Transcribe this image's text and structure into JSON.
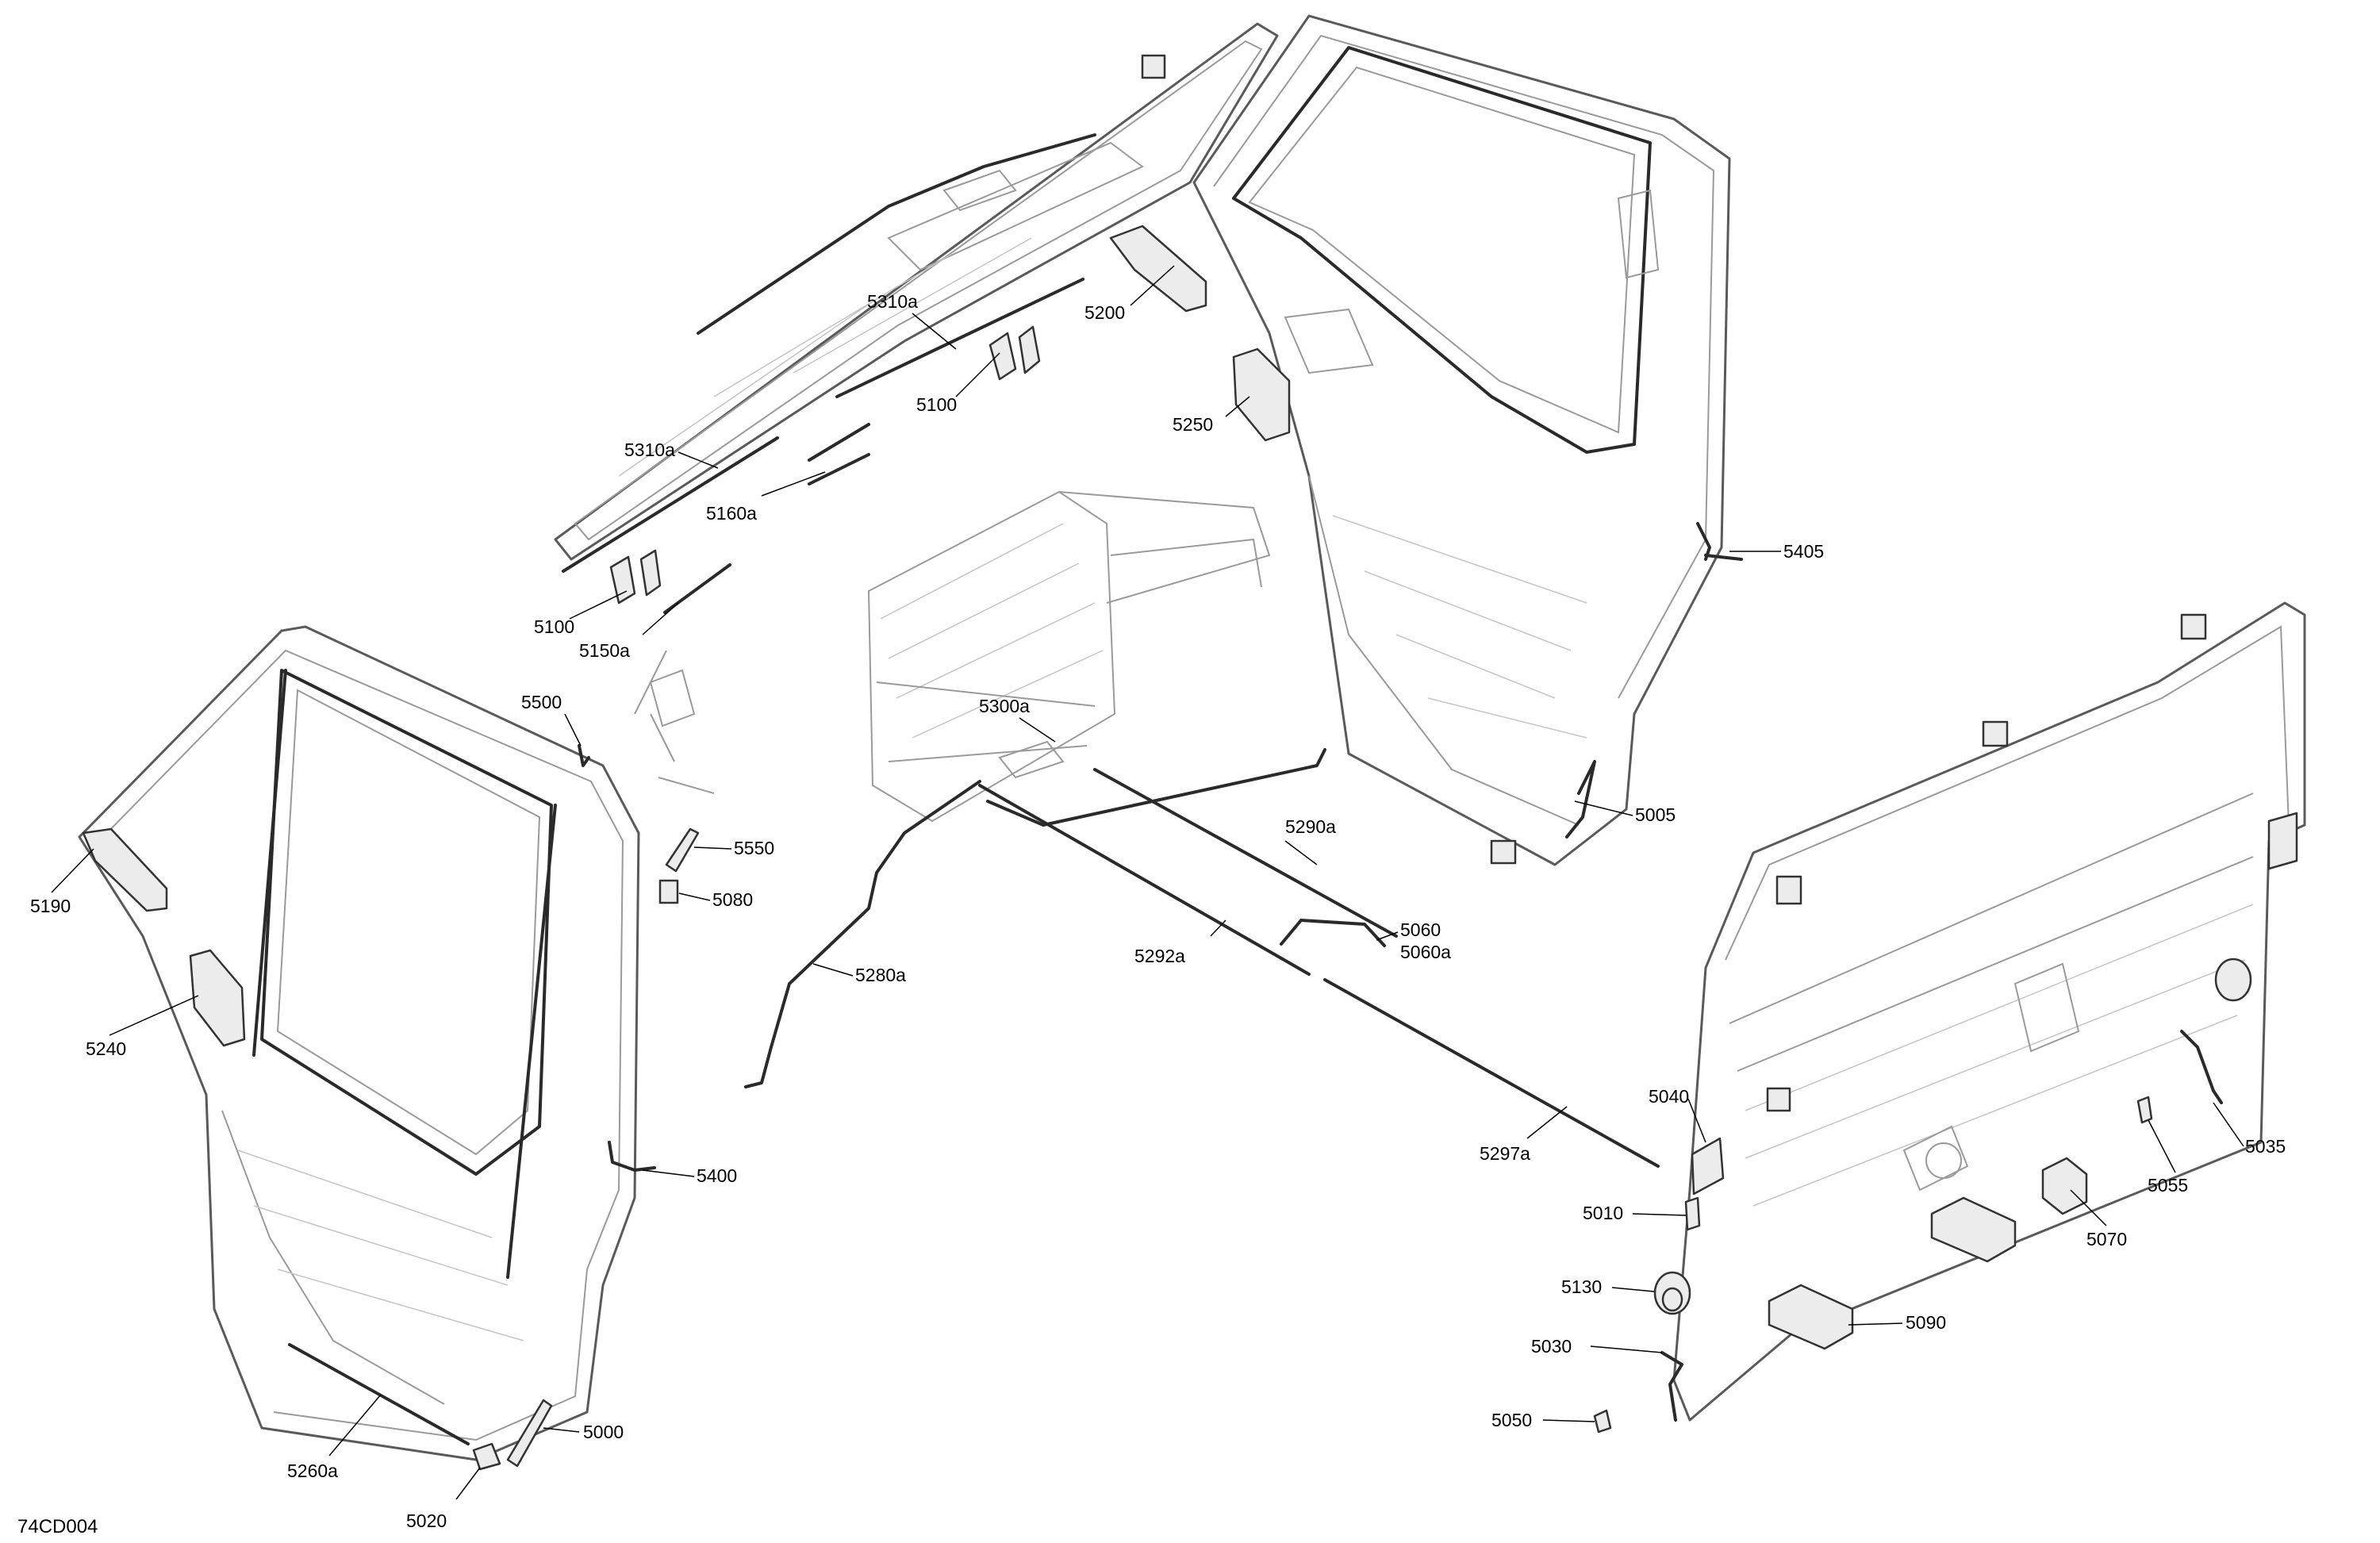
{
  "figure_ref": "74CD004",
  "callouts": {
    "c5310a_top": "5310a",
    "c5200": "5200",
    "c5100_top": "5100",
    "c5250": "5250",
    "c5310a_left": "5310a",
    "c5160a": "5160a",
    "c5405": "5405",
    "c5100_left": "5100",
    "c5150a": "5150a",
    "c5300a": "5300a",
    "c5500": "5500",
    "c5005": "5005",
    "c5550": "5550",
    "c5290a": "5290a",
    "c5190": "5190",
    "c5080": "5080",
    "c5060": "5060",
    "c5060a": "5060a",
    "c5292a": "5292a",
    "c5280a": "5280a",
    "c5240": "5240",
    "c5040": "5040",
    "c5035": "5035",
    "c5400": "5400",
    "c5297a": "5297a",
    "c5055": "5055",
    "c5010": "5010",
    "c5070": "5070",
    "c5130": "5130",
    "c5090": "5090",
    "c5030": "5030",
    "c5000": "5000",
    "c5050": "5050",
    "c5260a": "5260a",
    "c5020": "5020"
  }
}
